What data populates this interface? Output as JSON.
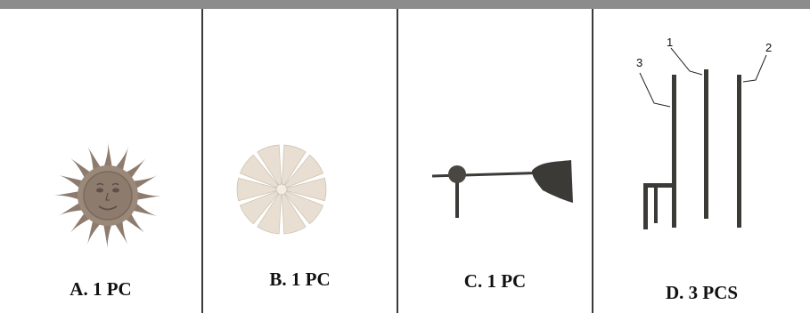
{
  "parts": [
    {
      "id": "A",
      "label": "A. 1 PC",
      "icon": "sun-face-icon",
      "color": "#8d7b6e"
    },
    {
      "id": "B",
      "label": "B. 1 PC",
      "icon": "pinwheel-icon",
      "color": "#e8dfd2"
    },
    {
      "id": "C",
      "label": "C. 1 PC",
      "icon": "wind-vane-arrow-icon",
      "color": "#3c3a37"
    },
    {
      "id": "D",
      "label": "D. 3 PCS",
      "icon": "stakes-icon",
      "color": "#3c3a37",
      "callouts": [
        "1",
        "2",
        "3"
      ]
    }
  ],
  "colors": {
    "top_bar": "#8c8c8c",
    "divider": "#3a3a3a"
  }
}
